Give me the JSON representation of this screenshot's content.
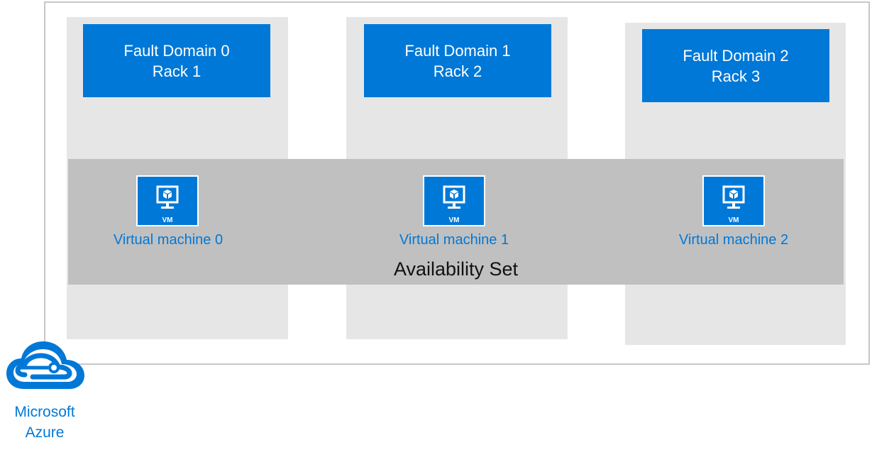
{
  "fault_domains": [
    {
      "domain": "Fault Domain 0",
      "rack": "Rack 1"
    },
    {
      "domain": "Fault Domain 1",
      "rack": "Rack 2"
    },
    {
      "domain": "Fault Domain 2",
      "rack": "Rack 3"
    }
  ],
  "availability_set": {
    "label": "Availability Set"
  },
  "virtual_machines": [
    {
      "badge": "VM",
      "label": "Virtual machine 0"
    },
    {
      "badge": "VM",
      "label": "Virtual machine 1"
    },
    {
      "badge": "VM",
      "label": "Virtual machine 2"
    }
  ],
  "brand": {
    "line1": "Microsoft",
    "line2": "Azure",
    "icon": "cloud-icon"
  },
  "colors": {
    "accent": "#0078d7",
    "rack_column": "#e6e6e6",
    "availability_band": "#c0c0c0",
    "frame_border": "#c8c8c8"
  }
}
